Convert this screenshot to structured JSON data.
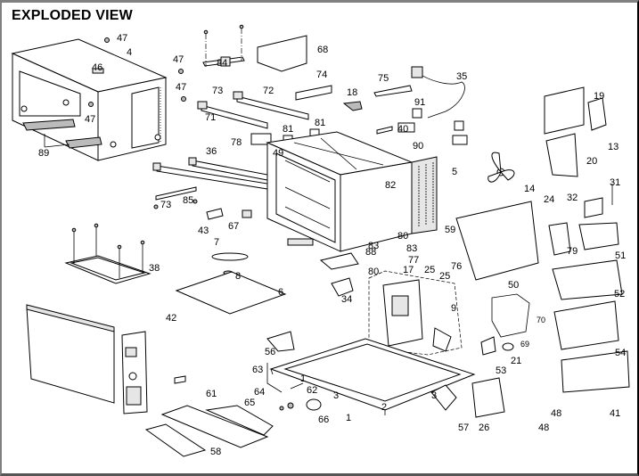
{
  "title": "EXPLODED VIEW",
  "colors": {
    "frame": "#808080",
    "line": "#000000",
    "background": "#ffffff"
  },
  "parts": {
    "p1a": "1",
    "p1b": "1",
    "p2": "2",
    "p3a": "3",
    "p3b": "3",
    "p4": "4",
    "p5": "5",
    "p6": "6",
    "p7": "7",
    "p8": "8",
    "p9": "9",
    "p13": "13",
    "p14": "14",
    "p17": "17",
    "p18": "18",
    "p19": "19",
    "p20": "20",
    "p21": "21",
    "p24": "24",
    "p25a": "25",
    "p25b": "25",
    "p26": "26",
    "p31": "31",
    "p32": "32",
    "p34": "34",
    "p35": "35",
    "p36": "36",
    "p38": "38",
    "p40": "40",
    "p41": "41",
    "p42": "42",
    "p43": "43",
    "p46": "46",
    "p47a": "47",
    "p47b": "47",
    "p47c": "47",
    "p47d": "47",
    "p48a": "48",
    "p48b": "48",
    "p49": "49",
    "p50": "50",
    "p51": "51",
    "p52": "52",
    "p53": "53",
    "p54": "54",
    "p56": "56",
    "p57": "57",
    "p58": "58",
    "p59": "59",
    "p61": "61",
    "p62": "62",
    "p63": "63",
    "p64": "64",
    "p65": "65",
    "p66": "66",
    "p67": "67",
    "p68": "68",
    "p69": "69",
    "p70": "70",
    "p71": "71",
    "p72": "72",
    "p73a": "73",
    "p73b": "73",
    "p74": "74",
    "p75": "75",
    "p76": "76",
    "p77": "77",
    "p78": "78",
    "p79": "79",
    "p80a": "80",
    "p80b": "80",
    "p81a": "81",
    "p81b": "81",
    "p82": "82",
    "p83a": "83",
    "p83b": "83",
    "p84": "84",
    "p85": "85",
    "p88": "88",
    "p89": "89",
    "p90": "90",
    "p91": "91"
  }
}
